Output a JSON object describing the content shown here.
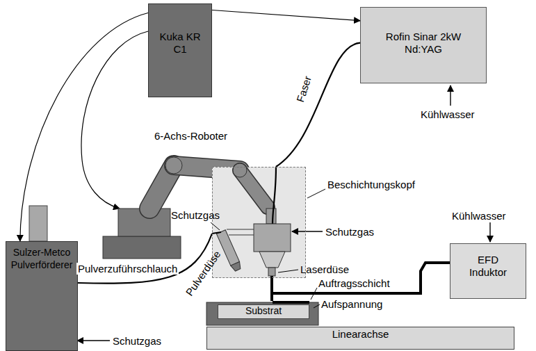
{
  "diagram": {
    "nodes": [
      {
        "text": [
          "Kuka KR C1"
        ]
      },
      {
        "text": [
          "Rofin Sinar 2kW Nd:YAG"
        ]
      },
      {
        "text": [
          "Beschichtungskopf"
        ]
      },
      {
        "text": [
          "Sulzer-Metco Pulverförderer"
        ]
      },
      {
        "text": [
          "EFD Induktor"
        ]
      },
      {
        "text": [
          "Substrat"
        ]
      },
      {
        "text": [
          "Linearachse"
        ]
      }
    ],
    "edges": [
      {
        "from": 0,
        "to": 1,
        "arrow": "to"
      },
      {
        "from": 0,
        "to": 3,
        "arrow": "to"
      },
      {
        "from": 1,
        "to": 2,
        "label": "Faser",
        "arrow": "none"
      },
      {
        "from": 3,
        "to": 2,
        "label": "Pulverzuführschlauch",
        "arrow": "none"
      }
    ],
    "labels": [
      "6-Achs-Roboter",
      "Kühlwasser",
      "Kühlwasser",
      "Schutzgas",
      "Schutzgas",
      "Pulverdüse",
      "Laserdüse",
      "Auftragsschicht",
      "Aufspannung",
      "Schutzgas"
    ]
  }
}
